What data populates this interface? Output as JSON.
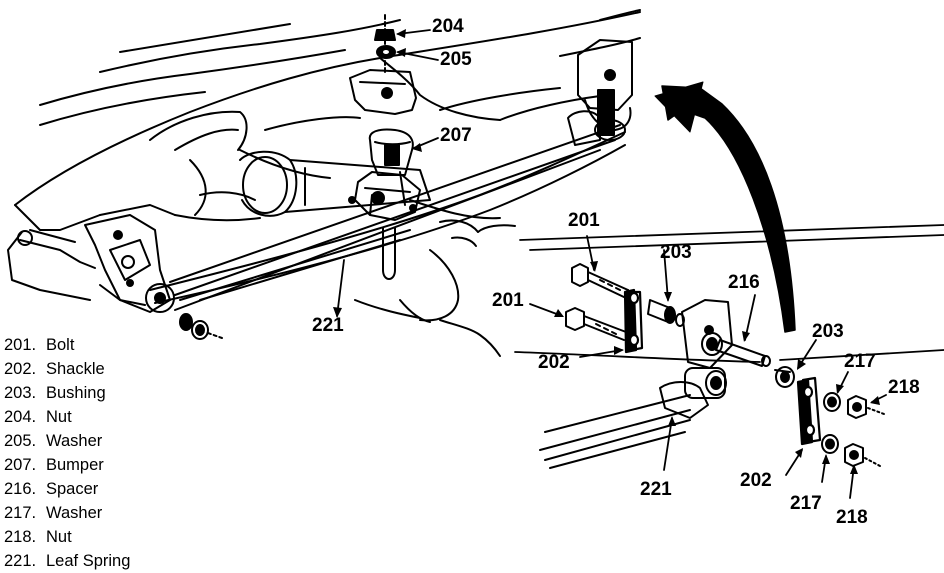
{
  "colors": {
    "ink": "#000000",
    "paper": "#ffffff"
  },
  "callouts": {
    "c204": "204",
    "c205": "205",
    "c207": "207",
    "c221_main": "221",
    "c201_top": "201",
    "c203_top": "203",
    "c216": "216",
    "c201_mid": "201",
    "c202_mid": "202",
    "c203_right": "203",
    "c217_top": "217",
    "c218_top": "218",
    "c221_detail": "221",
    "c202_bottom": "202",
    "c217_bottom": "217",
    "c218_bottom": "218"
  },
  "legend": [
    {
      "num": "201.",
      "label": "Bolt"
    },
    {
      "num": "202.",
      "label": "Shackle"
    },
    {
      "num": "203.",
      "label": "Bushing"
    },
    {
      "num": "204.",
      "label": "Nut"
    },
    {
      "num": "205.",
      "label": "Washer"
    },
    {
      "num": "207.",
      "label": "Bumper"
    },
    {
      "num": "216.",
      "label": "Spacer"
    },
    {
      "num": "217.",
      "label": "Washer"
    },
    {
      "num": "218.",
      "label": "Nut"
    },
    {
      "num": "221.",
      "label": "Leaf Spring"
    }
  ]
}
